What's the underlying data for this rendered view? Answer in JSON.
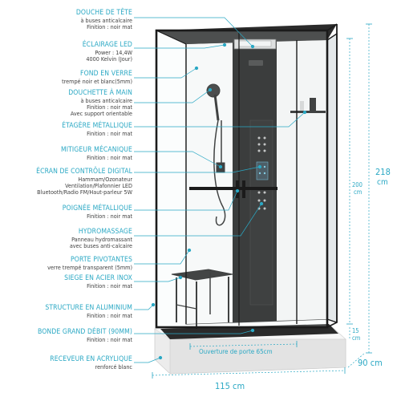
{
  "colors": {
    "accent": "#2aa8c4",
    "text": "#3f3f3f",
    "frame": "#1b1b1b",
    "glass": "#f4f6f7",
    "base": "#e9e9e9"
  },
  "annotations": [
    {
      "title": "DOUCHE DE TÊTE",
      "lines": [
        "à buses anticalcaire",
        "Finition : noir mat"
      ]
    },
    {
      "title": "ÉCLAIRAGE LED",
      "lines": [
        "Power : 14,4W",
        "4000 Kelvin (Jour)"
      ]
    },
    {
      "title": "FOND EN VERRE",
      "lines": [
        "trempé noir et blanc(5mm)"
      ]
    },
    {
      "title": "DOUCHETTE À MAIN",
      "lines": [
        "à buses anticalcaire",
        "Finition : noir mat",
        "Avec support orientable"
      ]
    },
    {
      "title": "ÉTAGÈRE MÉTALLIQUE",
      "lines": [
        "Finition : noir mat"
      ]
    },
    {
      "title": "MITIGEUR MÉCANIQUE",
      "lines": [
        "Finition : noir mat"
      ]
    },
    {
      "title": "ÉCRAN DE CONTRÔLE DIGITAL",
      "lines": [
        "Hammam/Ozonateur",
        "Ventilation/Plafonnier LED",
        "Bluetooth/Radio FM/Haut-parleur 5W"
      ]
    },
    {
      "title": "POIGNÉE MÉTALLIQUE",
      "lines": [
        "Finition : noir mat"
      ]
    },
    {
      "title": "HYDROMASSAGE",
      "lines": [
        "Panneau hydromassant",
        "avec buses anti-calcaire"
      ]
    },
    {
      "title": "PORTE PIVOTANTES",
      "lines": [
        "verre trempé transparent (5mm)"
      ]
    },
    {
      "title": "SIEGE EN ACIER INOX",
      "lines": [
        "Finition : noir mat"
      ]
    },
    {
      "title": "STRUCTURE EN ALUMINIUM",
      "lines": [
        "Finition : noir mat"
      ]
    },
    {
      "title": "BONDE GRAND DÉBIT (90MM)",
      "lines": [
        "Finition : noir mat"
      ]
    },
    {
      "title": "RECEVEUR EN ACRYLIQUE",
      "lines": [
        "renforcé blanc"
      ]
    }
  ],
  "dimensions": {
    "total_height": "218",
    "total_height_unit": "cm",
    "cabin_height": "200",
    "cabin_height_unit": "cm",
    "base_height": "15",
    "base_height_unit": "cm",
    "depth": "90 cm",
    "width": "115 cm",
    "door_opening": "Ouverture de porte 65cm"
  }
}
